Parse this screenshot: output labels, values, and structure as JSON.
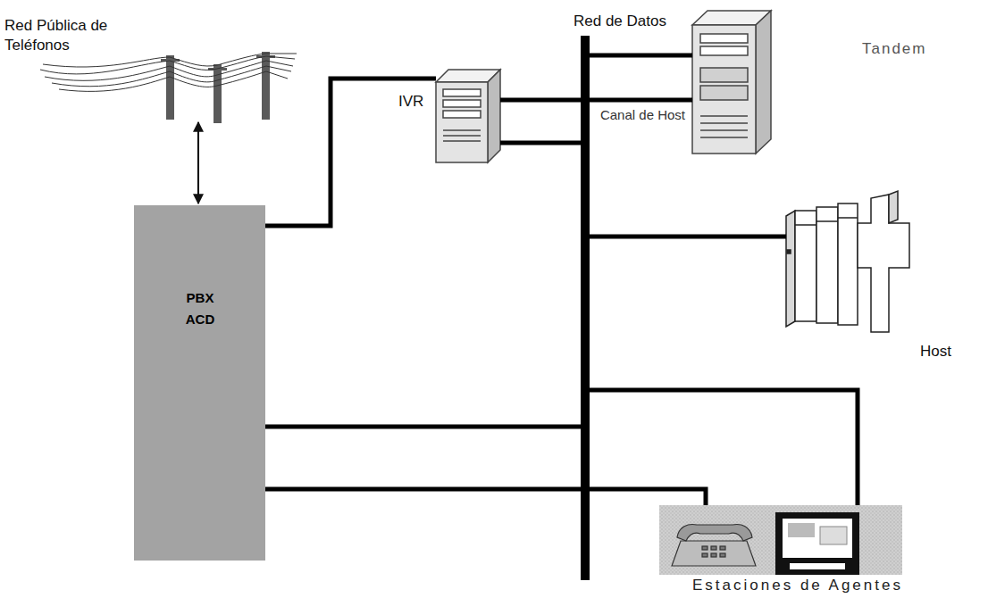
{
  "diagram": {
    "nodes": [
      {
        "text": [
          "Red Pública de Teléfonos"
        ]
      },
      {
        "text": [
          "IVR"
        ]
      },
      {
        "text": [
          "Red de Datos"
        ]
      },
      {
        "text": [
          "Tandem"
        ]
      },
      {
        "text": [
          "PBX ACD"
        ]
      },
      {
        "text": [
          "Host"
        ]
      },
      {
        "text": [
          "Estaciones de Agentes"
        ]
      }
    ],
    "edges": [
      {
        "from": 0,
        "to": 4,
        "arrow": "both"
      },
      {
        "from": 4,
        "to": 1,
        "arrow": "none"
      },
      {
        "from": 1,
        "to": 3,
        "label": "Canal de Host",
        "arrow": "none"
      },
      {
        "from": 1,
        "to": 2,
        "arrow": "none"
      },
      {
        "from": 2,
        "to": 3,
        "arrow": "none"
      },
      {
        "from": 2,
        "to": 5,
        "arrow": "none"
      },
      {
        "from": 4,
        "to": 2,
        "arrow": "none"
      },
      {
        "from": 4,
        "to": 6,
        "arrow": "none"
      },
      {
        "from": 2,
        "to": 6,
        "arrow": "none"
      }
    ]
  }
}
